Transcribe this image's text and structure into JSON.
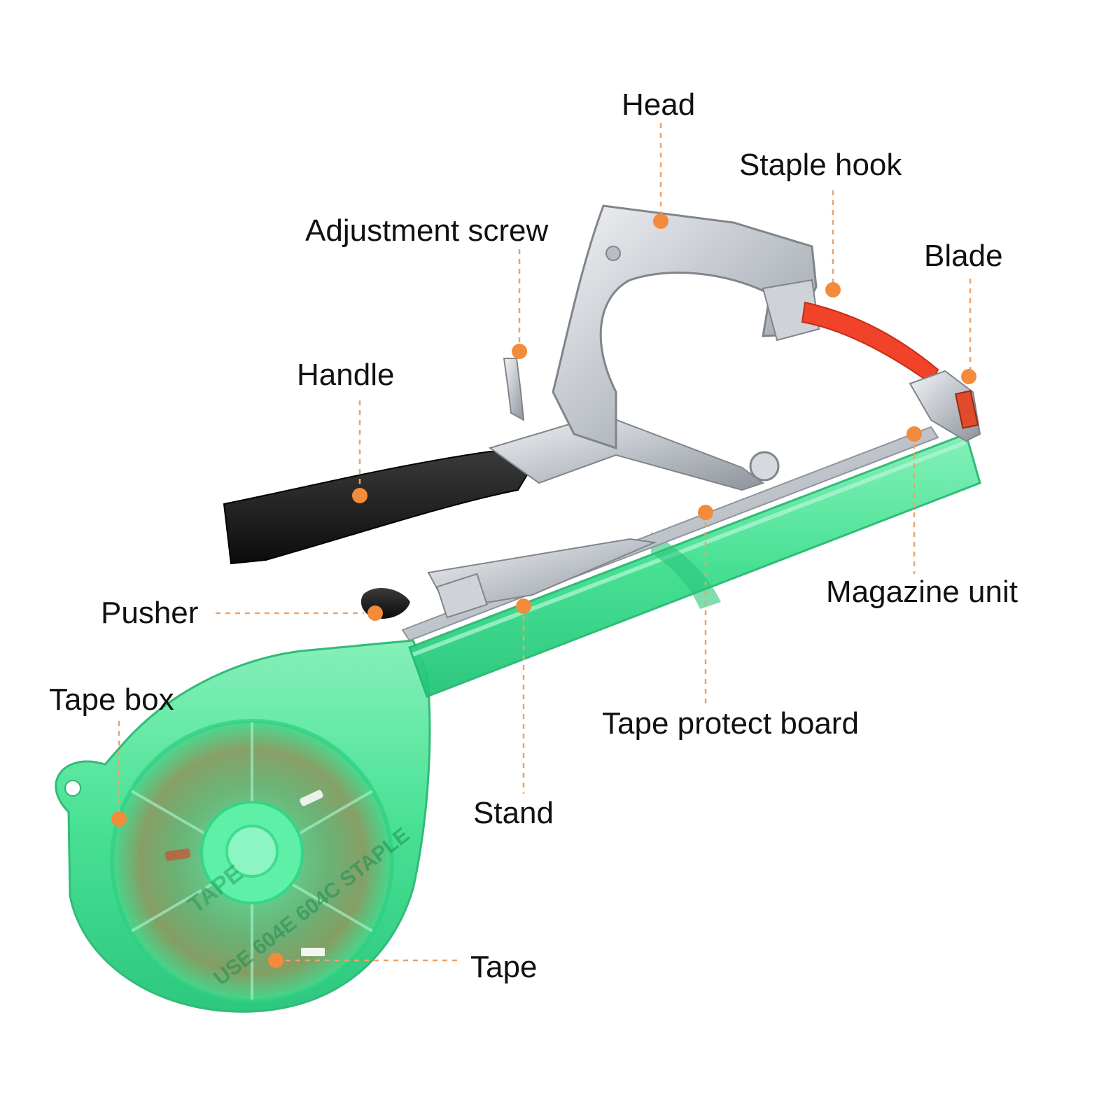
{
  "labels": {
    "head": "Head",
    "staple_hook": "Staple hook",
    "adjustment_screw": "Adjustment screw",
    "blade": "Blade",
    "handle": "Handle",
    "magazine_unit": "Magazine unit",
    "pusher": "Pusher",
    "tape_box": "Tape box",
    "tape_protect_board": "Tape protect board",
    "stand": "Stand",
    "tape": "Tape"
  },
  "tool_text": {
    "reel_marking": "USE 604E 604C STAPLE",
    "reel_brand": "TAPE"
  },
  "colors": {
    "marker": "#F28B3C",
    "leader": "#E9A36B",
    "body_green": "#3FE08F",
    "metal": "#C9CDD2",
    "handle_black": "#1A1A1A",
    "tape_red": "#F0432A"
  }
}
